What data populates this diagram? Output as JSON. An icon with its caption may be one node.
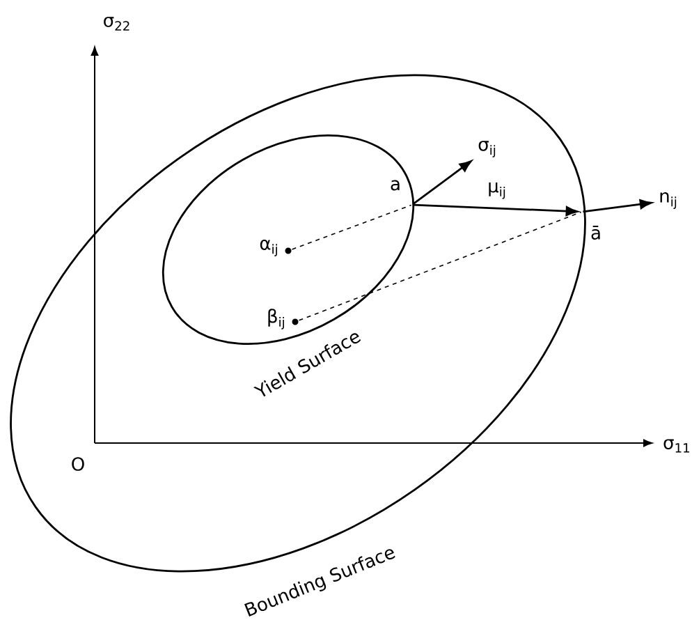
{
  "diagram": {
    "nodes": [
      {
        "text": [
          "Bounding Surface"
        ]
      },
      {
        "text": [
          "Yield Surface"
        ],
        "in": 0
      },
      {
        "text": [
          "α$_{ij}$"
        ],
        "in": 1
      },
      {
        "text": [
          "β$_{ij}$"
        ],
        "in": 1
      },
      {
        "text": [
          "a"
        ],
        "in": 1
      },
      {
        "text": [
          "ā"
        ]
      },
      {
        "text": [
          "σ$_{ij}$"
        ],
        "in": 0
      },
      {
        "text": [
          "n$_{ij}$"
        ]
      }
    ],
    "edges": [
      {
        "from": 2,
        "to": 4,
        "arrow": "none",
        "style": "dashed"
      },
      {
        "from": 3,
        "to": 5,
        "arrow": "none",
        "style": "dashed"
      },
      {
        "from": 4,
        "to": 6,
        "arrow": "to"
      },
      {
        "from": 4,
        "to": 5,
        "arrow": "to",
        "label": "μ$_{ij}$"
      },
      {
        "from": 5,
        "to": 7,
        "arrow": "to"
      }
    ],
    "labels": [
      "σ$_{22}$",
      "σ$_{11}$",
      "O"
    ]
  }
}
